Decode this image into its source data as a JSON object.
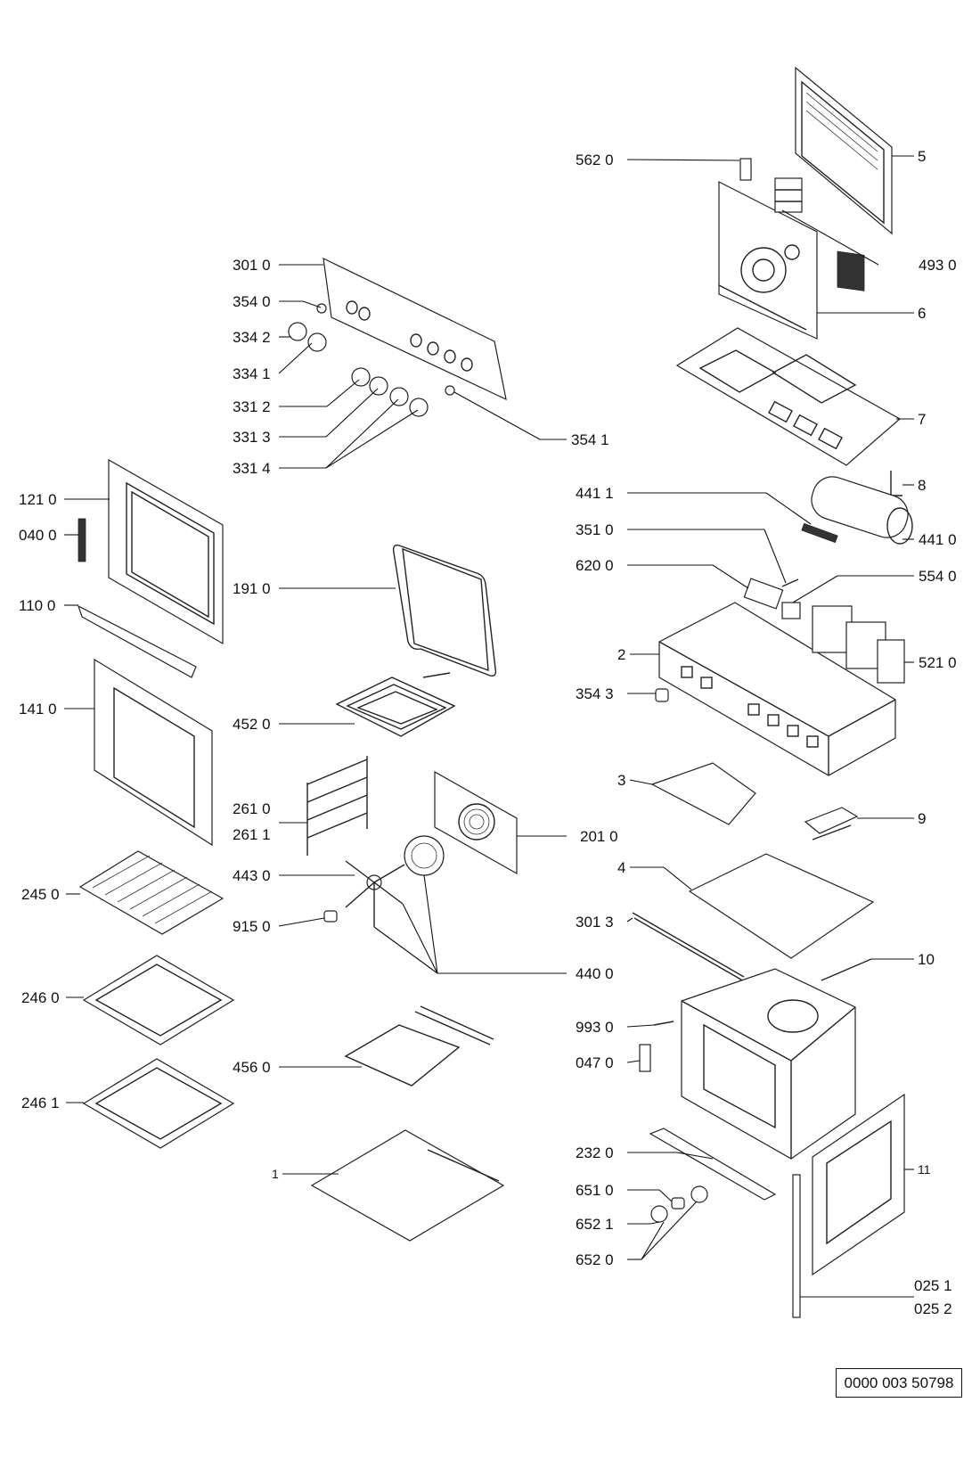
{
  "document_number": "0000 003 50798",
  "callouts": [
    {
      "id": "5620",
      "text": "562 0"
    },
    {
      "id": "5",
      "text": "5"
    },
    {
      "id": "4930",
      "text": "493 0"
    },
    {
      "id": "6",
      "text": "6"
    },
    {
      "id": "7",
      "text": "7"
    },
    {
      "id": "8",
      "text": "8"
    },
    {
      "id": "3010",
      "text": "301 0"
    },
    {
      "id": "3540",
      "text": "354 0"
    },
    {
      "id": "3342",
      "text": "334 2"
    },
    {
      "id": "3341",
      "text": "334 1"
    },
    {
      "id": "3312",
      "text": "331 2"
    },
    {
      "id": "3313",
      "text": "331 3"
    },
    {
      "id": "3314",
      "text": "331 4"
    },
    {
      "id": "3541",
      "text": "354 1"
    },
    {
      "id": "1210",
      "text": "121 0"
    },
    {
      "id": "0400",
      "text": "040 0"
    },
    {
      "id": "1100",
      "text": "110 0"
    },
    {
      "id": "1410",
      "text": "141 0"
    },
    {
      "id": "1910",
      "text": "191 0"
    },
    {
      "id": "4411",
      "text": "441 1"
    },
    {
      "id": "3510",
      "text": "351 0"
    },
    {
      "id": "6200",
      "text": "620 0"
    },
    {
      "id": "4410",
      "text": "441 0"
    },
    {
      "id": "5540",
      "text": "554 0"
    },
    {
      "id": "2",
      "text": "2"
    },
    {
      "id": "5210",
      "text": "521 0"
    },
    {
      "id": "3543",
      "text": "354 3"
    },
    {
      "id": "4520",
      "text": "452 0"
    },
    {
      "id": "2610",
      "text": "261 0"
    },
    {
      "id": "2611",
      "text": "261 1"
    },
    {
      "id": "2010",
      "text": "201 0"
    },
    {
      "id": "3",
      "text": "3"
    },
    {
      "id": "9",
      "text": "9"
    },
    {
      "id": "4430",
      "text": "443 0"
    },
    {
      "id": "2450",
      "text": "245 0"
    },
    {
      "id": "9150",
      "text": "915 0"
    },
    {
      "id": "4",
      "text": "4"
    },
    {
      "id": "3013",
      "text": "301 3"
    },
    {
      "id": "10",
      "text": "10"
    },
    {
      "id": "4400",
      "text": "440 0"
    },
    {
      "id": "2460",
      "text": "246 0"
    },
    {
      "id": "9930",
      "text": "993 0"
    },
    {
      "id": "0470",
      "text": "047 0"
    },
    {
      "id": "4560",
      "text": "456 0"
    },
    {
      "id": "2461",
      "text": "246 1"
    },
    {
      "id": "2320",
      "text": "232 0"
    },
    {
      "id": "1",
      "text": "1"
    },
    {
      "id": "11",
      "text": "11"
    },
    {
      "id": "6510",
      "text": "651 0"
    },
    {
      "id": "6521",
      "text": "652 1"
    },
    {
      "id": "6520",
      "text": "652 0"
    },
    {
      "id": "0251",
      "text": "025 1"
    },
    {
      "id": "0252",
      "text": "025 2"
    }
  ]
}
